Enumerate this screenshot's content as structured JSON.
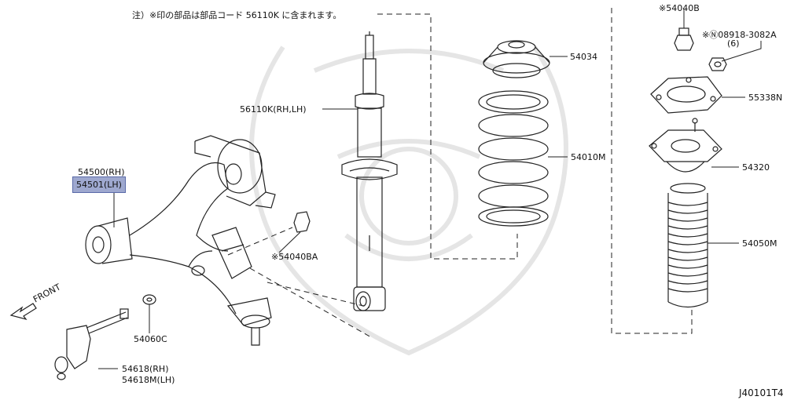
{
  "note": "注）※印の部品は部品コード 56110K に含まれます。",
  "figure_code": "J40101T4",
  "front_label": "FRONT",
  "parts": {
    "p54040b": "※54040B",
    "p08918": "※Ⓝ08918-3082A",
    "p08918_qty": "(6)",
    "p54034": "54034",
    "p55338n": "55338N",
    "p56110k": "56110K(RH,LH)",
    "p54010m": "54010M",
    "p54320": "54320",
    "p54500": "54500(RH)",
    "p54501": "54501(LH)",
    "p54040ba": "※54040BA",
    "p54050m": "54050M",
    "p54060c": "54060C",
    "p54618": "54618(RH)",
    "p54618m": "54618M(LH)"
  },
  "colors": {
    "highlight": "#9ea8cf",
    "line": "#222222",
    "watermark": "#e3e3e3"
  }
}
